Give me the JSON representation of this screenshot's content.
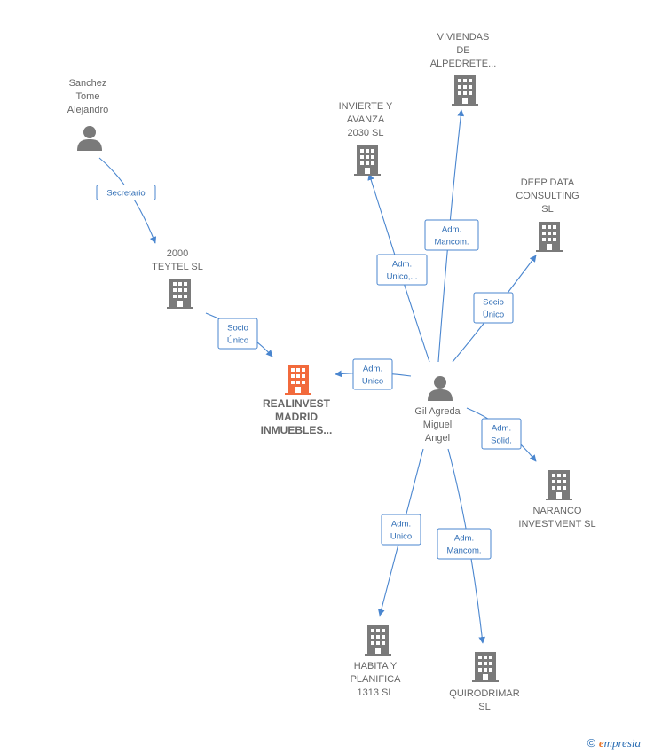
{
  "colors": {
    "edge": "#4a86cf",
    "building": "#7a7a7a",
    "focus_building": "#f26a3c",
    "person": "#7a7a7a"
  },
  "nodes": [
    {
      "id": "sanchez",
      "kind": "person",
      "lines": [
        "Sanchez",
        "Tome",
        "Alejandro"
      ]
    },
    {
      "id": "teytel",
      "kind": "company",
      "lines": [
        "2000",
        "TEYTEL  SL"
      ]
    },
    {
      "id": "realinvest",
      "kind": "company-focus",
      "lines": [
        "REALINVEST",
        "MADRID",
        "INMUEBLES..."
      ]
    },
    {
      "id": "gil",
      "kind": "person",
      "lines": [
        "Gil Agreda",
        "Miguel",
        "Angel"
      ]
    },
    {
      "id": "invierte",
      "kind": "company",
      "lines": [
        "INVIERTE Y",
        "AVANZA",
        "2030  SL"
      ]
    },
    {
      "id": "viviendas",
      "kind": "company",
      "lines": [
        "VIVIENDAS",
        "DE",
        "ALPEDRETE..."
      ]
    },
    {
      "id": "deepdata",
      "kind": "company",
      "lines": [
        "DEEP DATA",
        "CONSULTING",
        "SL"
      ]
    },
    {
      "id": "naranco",
      "kind": "company",
      "lines": [
        "NARANCO",
        "INVESTMENT SL"
      ]
    },
    {
      "id": "habita",
      "kind": "company",
      "lines": [
        "HABITA Y",
        "PLANIFICA",
        "1313  SL"
      ]
    },
    {
      "id": "quirodrimar",
      "kind": "company",
      "lines": [
        "QUIRODRIMAR",
        "SL"
      ]
    }
  ],
  "edges": [
    {
      "from": "sanchez",
      "to": "teytel",
      "label": [
        "Secretario"
      ]
    },
    {
      "from": "teytel",
      "to": "realinvest",
      "label": [
        "Socio",
        "Único"
      ]
    },
    {
      "from": "gil",
      "to": "realinvest",
      "label": [
        "Adm.",
        "Unico"
      ]
    },
    {
      "from": "gil",
      "to": "invierte",
      "label": [
        "Adm.",
        "Unico,..."
      ]
    },
    {
      "from": "gil",
      "to": "viviendas",
      "label": [
        "Adm.",
        "Mancom."
      ]
    },
    {
      "from": "gil",
      "to": "deepdata",
      "label": [
        "Socio",
        "Único"
      ]
    },
    {
      "from": "gil",
      "to": "naranco",
      "label": [
        "Adm.",
        "Solid."
      ]
    },
    {
      "from": "gil",
      "to": "habita",
      "label": [
        "Adm.",
        "Unico"
      ]
    },
    {
      "from": "gil",
      "to": "quirodrimar",
      "label": [
        "Adm.",
        "Mancom."
      ]
    }
  ],
  "watermark": {
    "symbol": "©",
    "brand_e": "e",
    "brand_rest": "mpresia"
  }
}
